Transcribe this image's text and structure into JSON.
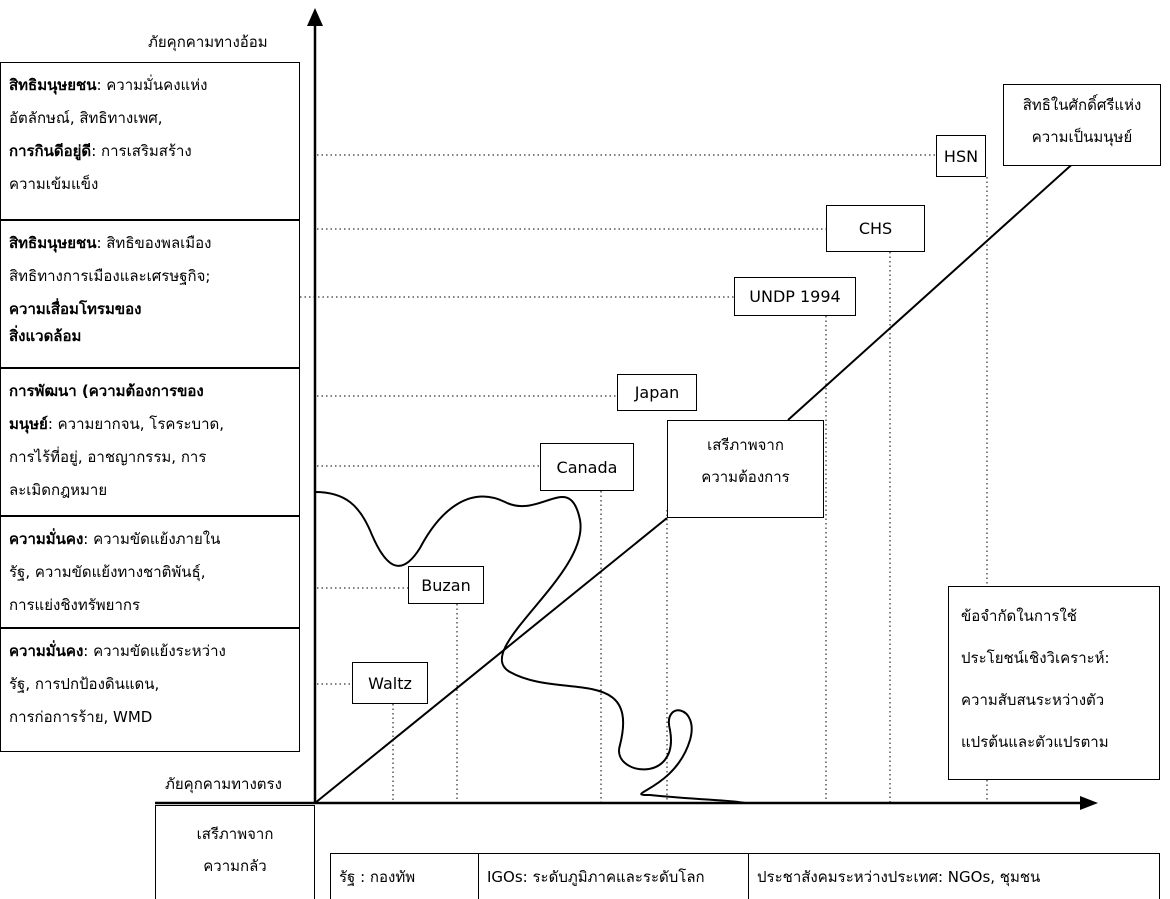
{
  "axis": {
    "top_label": "ภัยคุกคามทางอ้อม",
    "bottom_label": "ภัยคุกคามทางตรง"
  },
  "threat_boxes": [
    {
      "lines": [
        {
          "bold": "สิทธิมนุษยชน",
          "rest": ": ความมั่นคงแห่ง"
        },
        {
          "bold": "",
          "rest": "อัตลักษณ์,  สิทธิทางเพศ,"
        },
        {
          "bold": "การกินดีอยู่ดี",
          "rest": ": การเสริมสร้าง"
        },
        {
          "bold": "",
          "rest": "ความเข้มแข็ง"
        }
      ]
    },
    {
      "lines": [
        {
          "bold": "สิทธิมนุษยชน",
          "rest": ": สิทธิของพลเมือง"
        },
        {
          "bold": "",
          "rest": "สิทธิทางการเมืองและเศรษฐกิจ;"
        },
        {
          "bold": "ความเสื่อมโทรมของ",
          "rest": ""
        },
        {
          "bold": "สิ่งแวดล้อม",
          "rest": ""
        }
      ]
    },
    {
      "lines": [
        {
          "bold": "การพัฒนา (ความต้องการของ",
          "rest": ""
        },
        {
          "bold": "มนุษย์",
          "rest": ": ความยากจน, โรคระบาด,"
        },
        {
          "bold": "",
          "rest": "การไร้ที่อยู่, อาชญากรรม, การ"
        },
        {
          "bold": "",
          "rest": "ละเมิดกฎหมาย"
        }
      ]
    },
    {
      "lines": [
        {
          "bold": "ความมั่นคง",
          "rest": ": ความขัดแย้งภายใน"
        },
        {
          "bold": "",
          "rest": "รัฐ, ความขัดแย้งทางชาติพันธุ์,"
        },
        {
          "bold": "",
          "rest": "การแย่งชิงทรัพยากร"
        }
      ]
    },
    {
      "lines": [
        {
          "bold": "ความมั่นคง",
          "rest": ": ความขัดแย้งระหว่าง"
        },
        {
          "bold": "",
          "rest": "รัฐ, การปกป้องดินแดน,"
        },
        {
          "bold": "",
          "rest": "การก่อการร้าย, WMD"
        }
      ]
    }
  ],
  "markers": {
    "hsn": "HSN",
    "chs": "CHS",
    "undp": "UNDP 1994",
    "japan": "Japan",
    "canada": "Canada",
    "buzan": "Buzan",
    "waltz": "Waltz"
  },
  "freedom_from_want": [
    "เสรีภาพจาก",
    "ความต้องการ"
  ],
  "human_dignity": [
    "สิทธิในศักดิ์ศรีแห่ง",
    "ความเป็นมนุษย์"
  ],
  "limitations": [
    "ข้อจำกัดในการใช้",
    "ประโยชน์เชิงวิเคราะห์:",
    "ความสับสนระหว่างตัว",
    "แปรต้นและตัวแปรตาม"
  ],
  "freedom_from_fear": [
    "เสรีภาพจาก",
    "ความกลัว"
  ],
  "actors": {
    "state": "รัฐ : กองทัพ",
    "igos": "IGOs: ระดับภูมิภาคและระดับโลก",
    "civil": "ประชาสังคมระหว่างประเทศ: NGOs, ชุมชน"
  }
}
